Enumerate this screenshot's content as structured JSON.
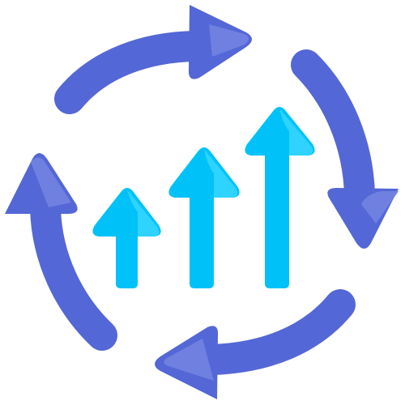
{
  "icon": {
    "name": "growth-cycle-icon",
    "parts": [
      "cycle-arrows-icon",
      "growth-arrows-icon"
    ]
  },
  "colors": {
    "cycle_arrow": "#5467D6",
    "cycle_arrow_highlight": "#6F80E0",
    "growth_arrow": "#00C2F8",
    "growth_arrow_highlight": "#2ED3FF",
    "background": "#FFFFFF"
  },
  "growth_arrows": [
    {
      "label_name": "short-up-arrow-icon",
      "relative_height": 0.54
    },
    {
      "label_name": "medium-up-arrow-icon",
      "relative_height": 0.77
    },
    {
      "label_name": "tall-up-arrow-icon",
      "relative_height": 1.0
    }
  ]
}
